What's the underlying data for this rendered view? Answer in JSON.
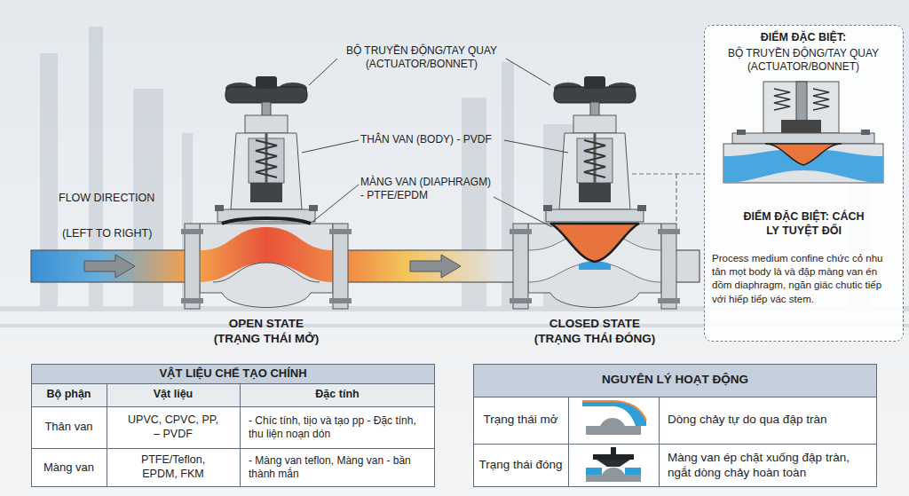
{
  "diagram": {
    "nodes": [
      {
        "text": [
          "ĐIỂM ĐẶC BIỆT:",
          "BỘ TRUYỀN ĐỘNG/TAY QUAY (ACTUATOR/BONNET)",
          "ĐIỂM ĐẶC BIỆT: CÁCH LY TUYỆT ĐỐI",
          "Process medium confine chức cỏ nhu tân mọt body là và đập màng van én đồm diaphragm, ngăn giác chutic tiếp với hiếp tiếp vác stem."
        ]
      },
      {
        "text": [
          "VẬT LIỆU CHẾ TẠO CHÍNH"
        ]
      },
      {
        "text": [
          "NGUYÊN LÝ HOẠT ĐỘNG"
        ]
      }
    ],
    "labels": [
      "BỘ TRUYỀN ĐỘNG/TAY QUAY (ACTUATOR/BONNET)",
      "THÂN VAN (BODY) - PVDF",
      "MÀNG VAN (DIAPHRAGM) - PTFE/EPDM",
      "FLOW DIRECTION",
      "(LEFT TO RIGHT)",
      "OPEN STATE (TRẠNG THÁI MỞ)",
      "CLOSED STATE (TRẠNG THÁI ĐÓNG)",
      "Bộ phận",
      "Vật liệu",
      "Đặc tính",
      "Thân van",
      "UPVC, CPVC, PP, – PVDF",
      "- Chíc tính, tiịo và tạo pp - Đặc tính, thu liện noạn dón",
      "Màng van",
      "PTFE/Teflon, EPDM, FKM",
      "- Màng van teflon, Màng van - bần thành mắn",
      "Trạng thái mở",
      "Dòng chảy tự do qua đập tràn",
      "Trạng thái đóng",
      "Màng van ép chặt xuống đập tràn, ngắt dòng chảy hoàn toàn"
    ]
  }
}
